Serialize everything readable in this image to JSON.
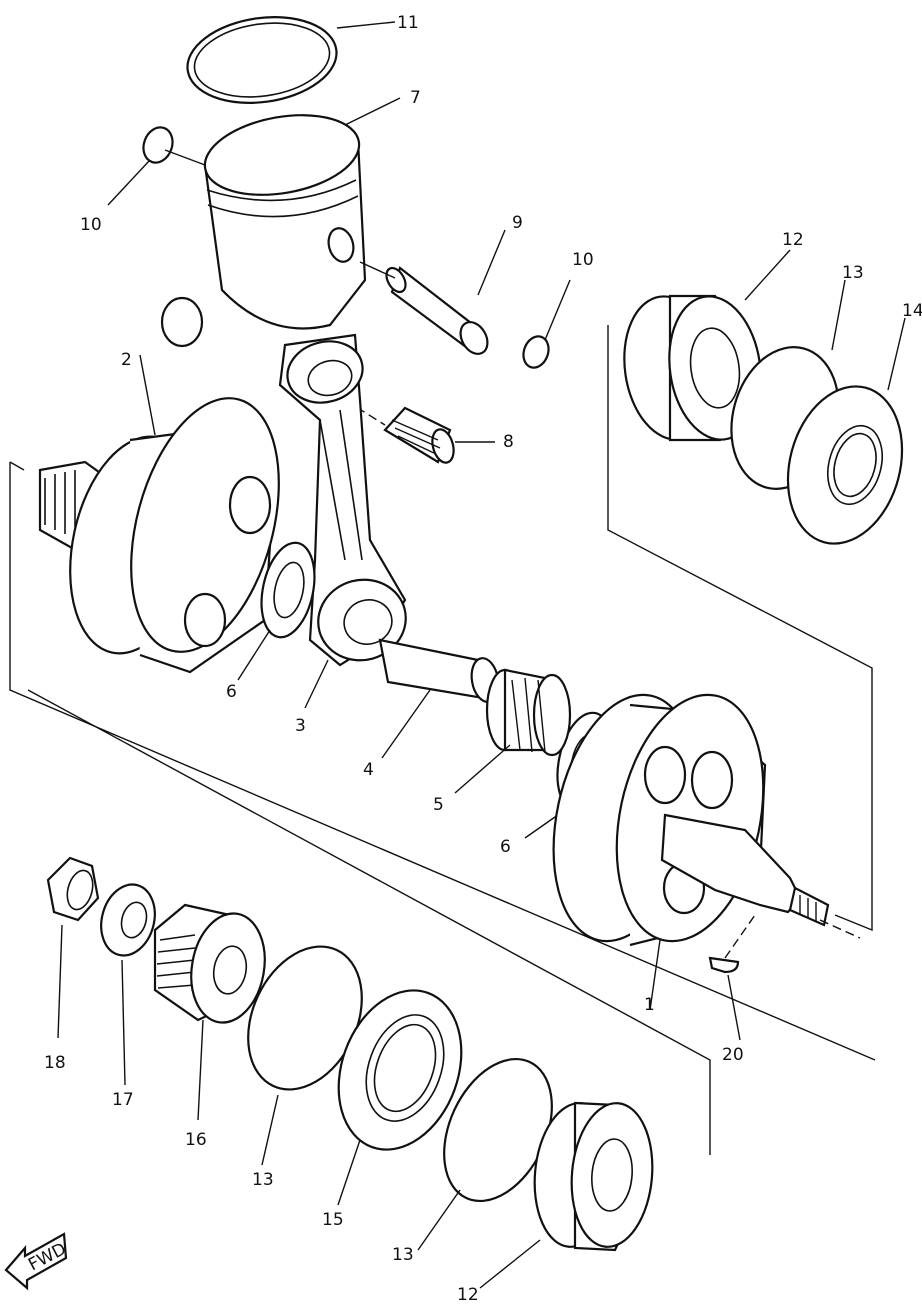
{
  "callouts": {
    "piston_ring": "11",
    "piston": "7",
    "circlip_left": "10",
    "piston_pin": "9",
    "circlip_right": "10",
    "small_end_bearing": "8",
    "crank_left": "2",
    "washer_left": "6",
    "conrod": "3",
    "crank_pin": "4",
    "big_end_bearing": "5",
    "washer_right": "6",
    "crank_right": "1",
    "key": "20",
    "bearing_upper": "12",
    "circlip_upper": "13",
    "oil_seal_upper": "14",
    "nut": "18",
    "lock_washer": "17",
    "gear": "16",
    "circlip_lower_a": "13",
    "oil_seal_lower": "15",
    "circlip_lower_b": "13",
    "bearing_lower": "12"
  },
  "fwd_label": "FWD"
}
